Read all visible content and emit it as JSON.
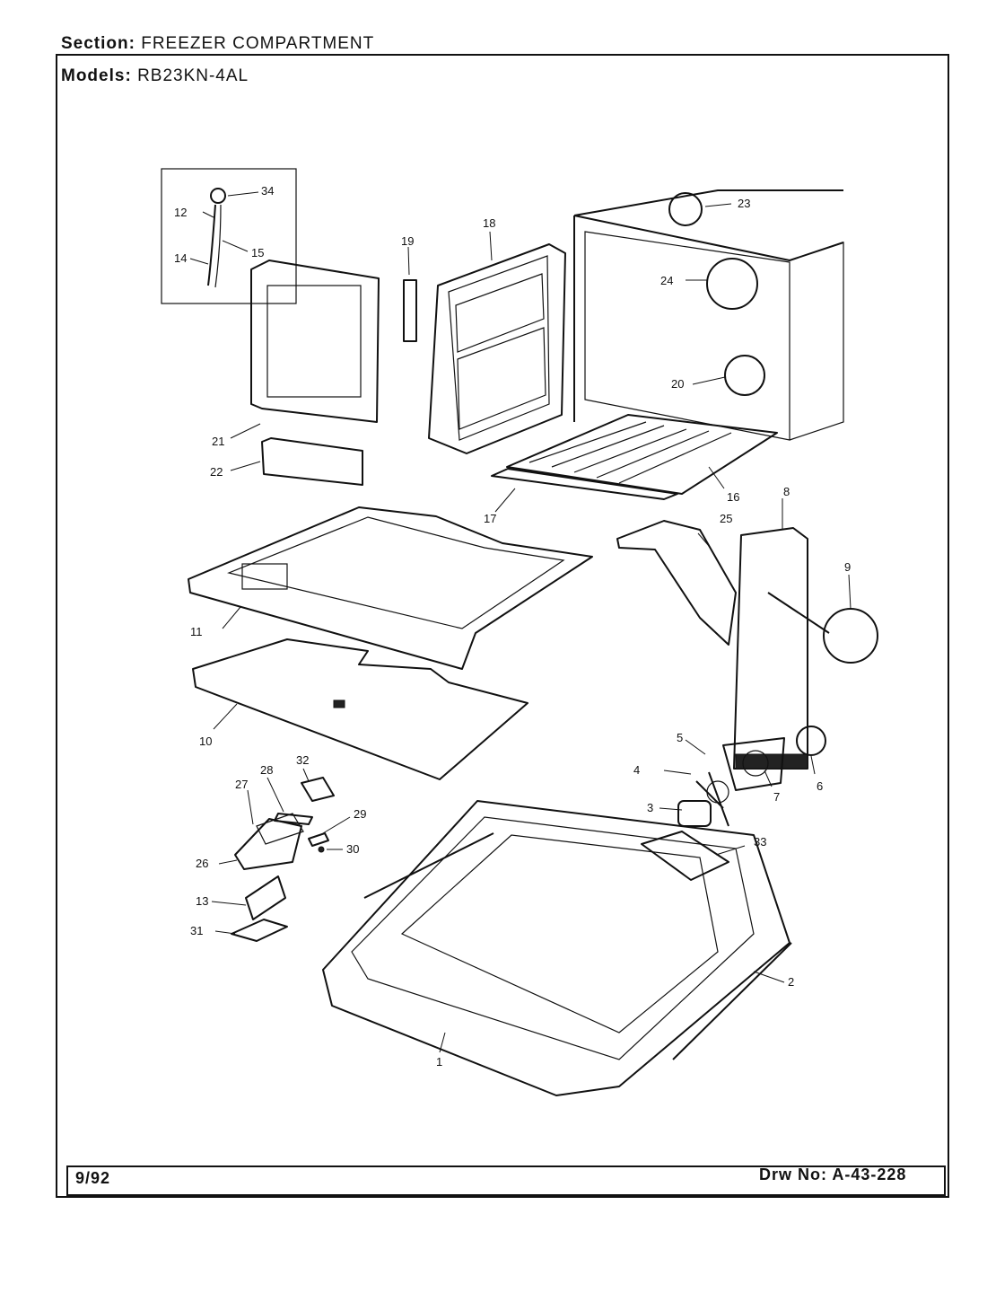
{
  "header": {
    "section_label": "Section:",
    "section_value": "FREEZER COMPARTMENT",
    "models_label": "Models:",
    "models_value": "RB23KN-4AL"
  },
  "footer": {
    "date": "9/92",
    "drawing_number": "Drw No: A-43-228"
  },
  "callouts": [
    "1",
    "2",
    "3",
    "4",
    "5",
    "6",
    "7",
    "8",
    "9",
    "10",
    "11",
    "12",
    "13",
    "14",
    "15",
    "16",
    "17",
    "18",
    "19",
    "20",
    "21",
    "22",
    "23",
    "24",
    "25",
    "26",
    "27",
    "28",
    "29",
    "30",
    "31",
    "32",
    "33",
    "34"
  ]
}
